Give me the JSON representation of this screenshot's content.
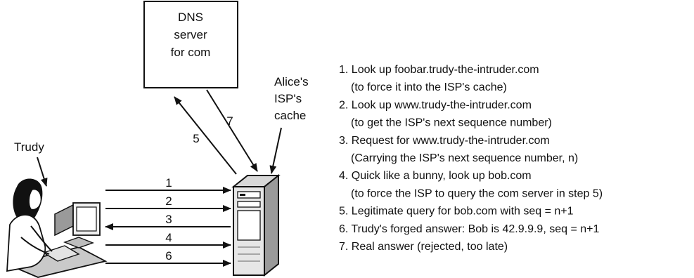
{
  "dns_box": {
    "lines": [
      "DNS",
      "server",
      "for com"
    ]
  },
  "isp_label": {
    "lines": [
      "Alice's",
      "ISP's",
      "cache"
    ]
  },
  "trudy_label": "Trudy",
  "dns_arrows": {
    "up_label": "5",
    "down_label": "7"
  },
  "exchanges": [
    {
      "label": "1",
      "direction": "to-isp"
    },
    {
      "label": "2",
      "direction": "to-isp"
    },
    {
      "label": "3",
      "direction": "to-trudy"
    },
    {
      "label": "4",
      "direction": "to-isp"
    },
    {
      "label": "6",
      "direction": "to-isp"
    }
  ],
  "steps": [
    "1. Look up foobar.trudy-the-intruder.com",
    "(to force it into the ISP's cache)",
    "2. Look up www.trudy-the-intruder.com",
    "(to get the ISP's next sequence number)",
    "3. Request for www.trudy-the-intruder.com",
    "(Carrying the ISP's next sequence number, n)",
    "4. Quick like a bunny, look up bob.com",
    "(to force the ISP to query the com server in step 5)",
    "5. Legitimate query for bob.com with seq = n+1",
    "6. Trudy's forged answer: Bob is 42.9.9.9, seq = n+1",
    "7. Real answer (rejected, too late)"
  ]
}
